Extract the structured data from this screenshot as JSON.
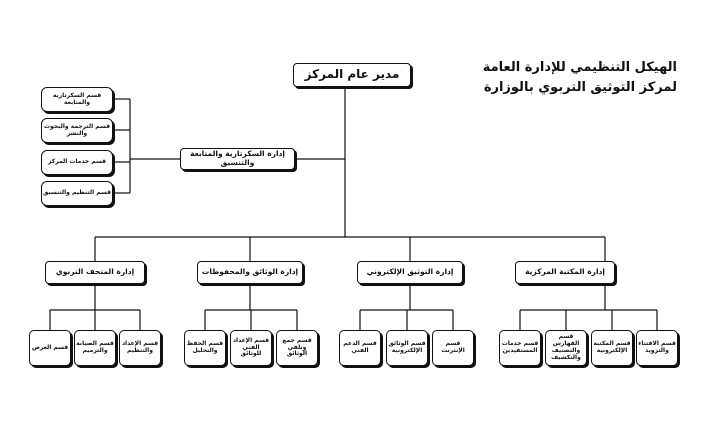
{
  "title": {
    "line1": "الهيكل التنظيمي للإدارة العامة",
    "line2": "لمركز التوثيق التربوي بالوزارة"
  },
  "director": "مدير عام المركز",
  "admin_dept": "إدارة السكرتارية والمتابعة والتنسيق",
  "admin_sections": [
    "قسم السكرتارية والمتابعة",
    "قسم الترجمة والبحوث والنشر",
    "قسم خدمات المركز",
    "قسم التنظيم والتنسيق"
  ],
  "departments": [
    {
      "name": "إدارة المكتبة المركزية",
      "sections": [
        "قسم الاقتناء والتزويد",
        "قسم المكتبة الإلكترونية",
        "قسم الفهارس والتصنيف والتكشيف",
        "قسم خدمات المستفيدين"
      ]
    },
    {
      "name": "إدارة التوثيق الإلكتروني",
      "sections": [
        "قسم الإنترنت",
        "قسم الوثائق الإلكترونية",
        "قسم الدعم الفني"
      ]
    },
    {
      "name": "إدارة الوثائق والمحفوظات",
      "sections": [
        "قسم جمع وتلقي الوثائق",
        "قسم الإعداد الفني للوثائق",
        "قسم الحفظ والتحليل"
      ]
    },
    {
      "name": "إدارة المتحف التربوي",
      "sections": [
        "قسم الإعداد والتنظيم",
        "قسم الصيانة والترميم",
        "قسم العرض"
      ]
    }
  ]
}
